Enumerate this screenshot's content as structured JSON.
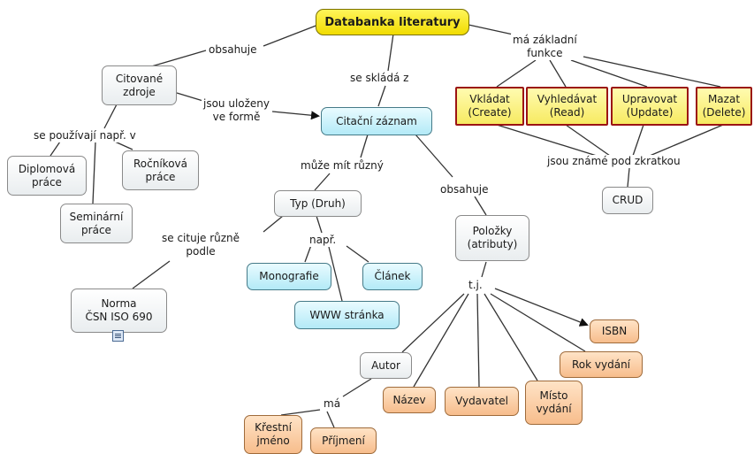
{
  "nodes": {
    "root": "Databanka literatury",
    "citovane_zdroje": "Citované\nzdroje",
    "citacni_zaznam": "Citační záznam",
    "diplomova": "Diplomová\npráce",
    "seminarni": "Seminární\npráce",
    "rocnikova": "Ročníková\npráce",
    "typ": "Typ (Druh)",
    "norma": "Norma\nČSN ISO 690",
    "monografie": "Monografie",
    "clanek": "Článek",
    "www": "WWW stránka",
    "polozky": "Položky\n(atributy)",
    "vkladat": "Vkládat\n(Create)",
    "vyhledavat": "Vyhledávat\n(Read)",
    "upravovat": "Upravovat\n(Update)",
    "mazat": "Mazat\n(Delete)",
    "crud": "CRUD",
    "autor": "Autor",
    "isbn": "ISBN",
    "rok_vydani": "Rok vydání",
    "nazev": "Název",
    "vydavatel": "Vydavatel",
    "misto_vydani": "Místo\nvydání",
    "krestni_jmeno": "Křestní\njméno",
    "prijmeni": "Příjmení"
  },
  "links": {
    "obsahuje_1": "obsahuje",
    "se_sklada_z": "se skládá z",
    "ma_zakladni_funkce": "má základní\nfunkce",
    "jsou_ulozeny": "jsou uloženy\nve formě",
    "se_pouzivaji": "se používají např. v",
    "muze_mit": "může mít různý",
    "obsahuje_2": "obsahuje",
    "se_cituje": "se cituje různě\npodle",
    "napr": "např.",
    "tj": "t.j.",
    "jsou_zname": "jsou známé pod zkratkou",
    "ma": "má"
  },
  "icons": {
    "norma_attachment": "document-icon"
  },
  "colors": {
    "root": "#f5e000",
    "cyan": "#c9f0fa",
    "function_border": "#9b1414",
    "orange": "#f9c89b",
    "line": "#333333"
  }
}
